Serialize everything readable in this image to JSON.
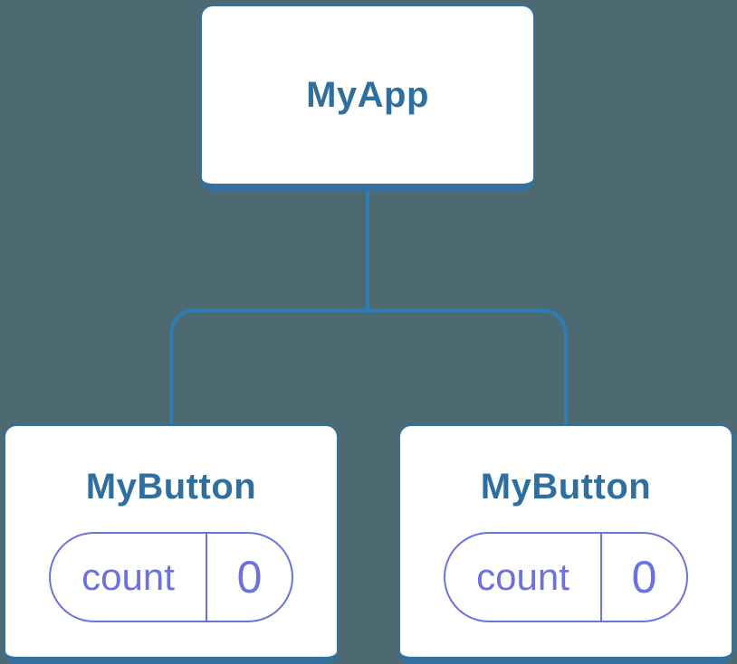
{
  "colors": {
    "background": "#4d6972",
    "box_fill": "#ffffff",
    "box_border_blue": "#35709e",
    "connector_blue": "#2e7eb5",
    "title_text_blue": "#2f6f9f",
    "state_purple": "#6b72e0"
  },
  "tree": {
    "root": {
      "label": "MyApp"
    },
    "children": [
      {
        "label": "MyButton",
        "state": {
          "name": "count",
          "value": "0"
        }
      },
      {
        "label": "MyButton",
        "state": {
          "name": "count",
          "value": "0"
        }
      }
    ]
  }
}
